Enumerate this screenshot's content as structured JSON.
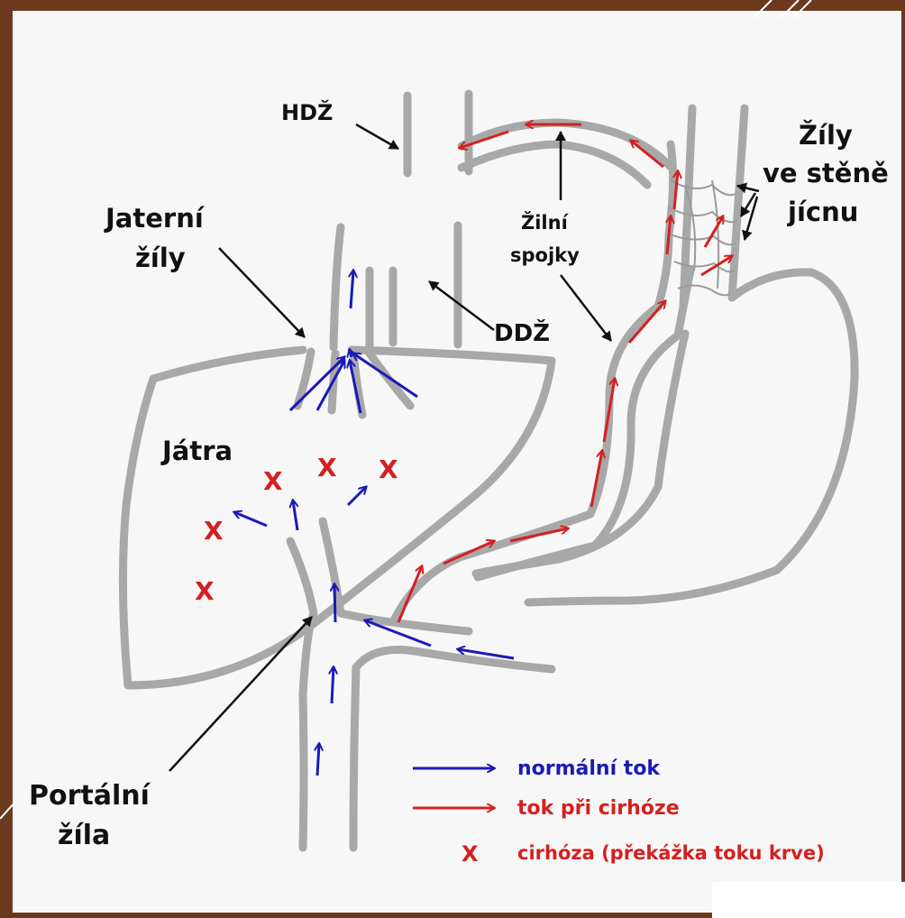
{
  "labels": {
    "hdz": "HDŽ",
    "jaterni_zily_line1": "Jaterní",
    "jaterni_zily_line2": "žíly",
    "zilni_spojky_line1": "Žilní",
    "zilni_spojky_line2": "spojky",
    "zily_ve_stene_line1": "Žíly",
    "zily_ve_stene_line2": "ve stěně",
    "zily_ve_stene_line3": "jícnu",
    "ddz": "DDŽ",
    "jatra": "Játra",
    "portalni_zila_line1": "Portální",
    "portalni_zila_line2": "žíla"
  },
  "legend": {
    "normal_flow": "normální tok",
    "cirrhosis_flow": "tok při cirhóze",
    "cirrhosis_mark": "X",
    "cirrhosis_label": "cirhóza (překážka toku krve)"
  },
  "cirrhosis_marker": "X",
  "colors": {
    "normal_flow": "#1a1ab8",
    "cirrhosis_flow": "#d42020",
    "vessel": "#a8a8a8",
    "frame": "#6b3a1e",
    "background": "#f7f7f7"
  }
}
